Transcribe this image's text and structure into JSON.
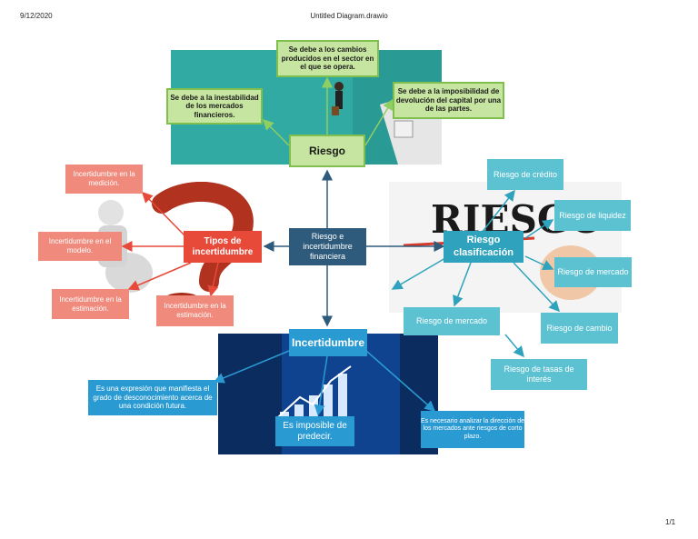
{
  "header": {
    "date": "9/12/2020",
    "title": "Untitled Diagram.drawio",
    "page_number": "1/1"
  },
  "images": {
    "riesgo_word": "RIESGO"
  },
  "center": {
    "label": "Riesgo e incertidumbre financiera"
  },
  "riesgo": {
    "title": "Riesgo",
    "causes": [
      "Se debe a la inestabilidad de los mercados financieros.",
      "Se debe a los cambios producidos en el sector en el que se opera.",
      "Se debe a la imposibilidad de devolución del capital por una de las partes."
    ]
  },
  "tipos": {
    "title": "Tipos de incertidumbre",
    "items": [
      "Incertidumbre en la medición.",
      "Incertidumbre en el modelo.",
      "Incertidumbre en la estimación.",
      "Incertidumbre en la estimación."
    ]
  },
  "clasificacion": {
    "title": "Riesgo clasificación",
    "items": [
      "Riesgo de crédito",
      "Riesgo de liquidez",
      "Riesgo de mercado",
      "Riesgo de cambio",
      "Riesgo de mercado",
      "Riesgo de tasas de interés"
    ]
  },
  "incertidumbre": {
    "title": "Incertidumbre",
    "notes": [
      "Es una expresión que manifiesta el grado de desconocimiento acerca de una condición futura.",
      "Es imposible de predecir.",
      "Es necesario analizar la dirección de los mercados ante riesgos de corto plazo."
    ]
  },
  "colors": {
    "green": "#c6e5a0",
    "salmon": "#ef8a7c",
    "cyan": "#5cc2d2",
    "blue": "#2a9ad3",
    "center": "#2e5b7c",
    "tipos": "#e84a3a"
  }
}
